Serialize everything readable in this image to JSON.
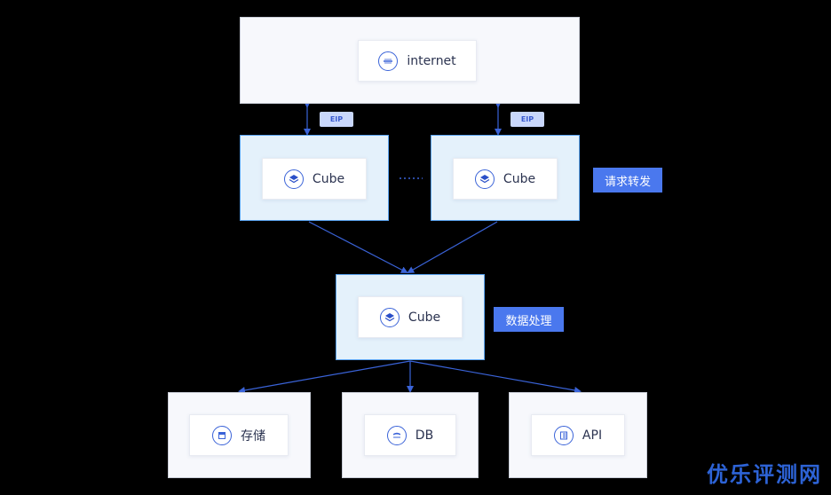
{
  "internet": {
    "label": "internet"
  },
  "eip": {
    "left": "EIP",
    "right": "EIP"
  },
  "cubes": {
    "left": "Cube",
    "right": "Cube",
    "center": "Cube"
  },
  "tags": {
    "forward": "请求转发",
    "process": "数据处理"
  },
  "bottom": {
    "storage": "存储",
    "db": "DB",
    "api": "API"
  },
  "watermark": "优乐评测网",
  "colors": {
    "accent": "#4a78ee",
    "line": "#3a63d8",
    "blue_border": "#5aa3f0"
  }
}
